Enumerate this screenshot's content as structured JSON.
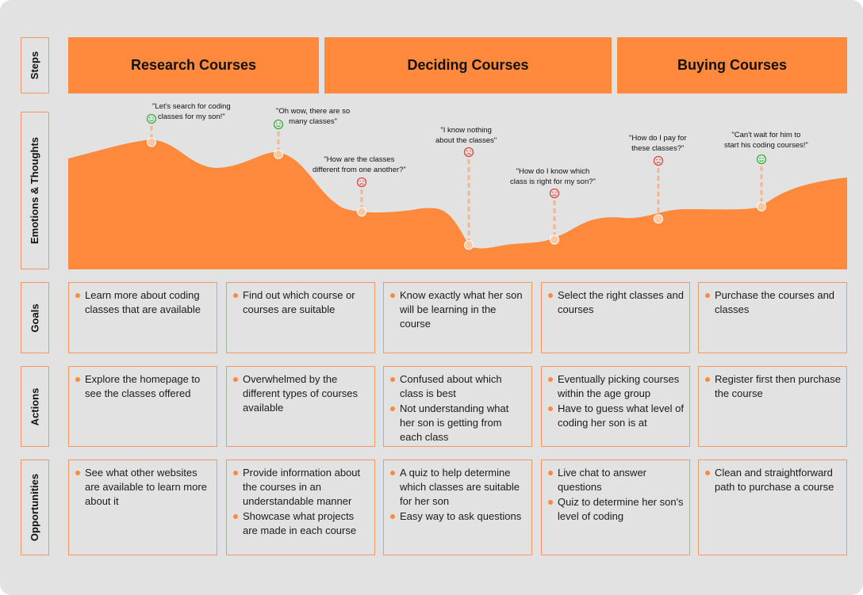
{
  "row_labels": {
    "steps": "Steps",
    "emotions": "Emotions & Thoughts",
    "goals": "Goals",
    "actions": "Actions",
    "opportunities": "Opportunities"
  },
  "steps": [
    "Research Courses",
    "Deciding Courses",
    "Buying Courses"
  ],
  "emotion_points": [
    {
      "quote": "\"Let's search for coding classes for my son!\"",
      "line1": "\"Let's search for coding",
      "line2": "classes for my son!\"",
      "mood": "happy",
      "level": 0.73
    },
    {
      "quote": "\"Oh wow, there are so many classes\"",
      "line1": "\"Oh wow, there are so",
      "line2": "many classes\"",
      "mood": "happy",
      "level": 0.66
    },
    {
      "quote": "\"How are the classes different from one another?\"",
      "line1": "\"How are the classes",
      "line2": "different from one another?\"",
      "mood": "sad",
      "level": 0.33
    },
    {
      "quote": "\"I know nothing about the classes\"",
      "line1": "\"I know nothing",
      "line2": "about the classes\"",
      "mood": "sad",
      "level": 0.14
    },
    {
      "quote": "\"How do I know which class is right for my son?\"",
      "line1": "\"How do I know which",
      "line2": "class is right for my son?\"",
      "mood": "sad",
      "level": 0.17
    },
    {
      "quote": "\"How do I pay for these classes?\"",
      "line1": "\"How do I pay for",
      "line2": "these classes?\"",
      "mood": "sad",
      "level": 0.29
    },
    {
      "quote": "\"Can't wait for him to start his coding courses!\"",
      "line1": "\"Can't wait for him to",
      "line2": "start his coding courses!\"",
      "mood": "happy",
      "level": 0.36
    }
  ],
  "goals": [
    [
      "Learn more about coding classes that are available"
    ],
    [
      "Find out which course or courses are suitable"
    ],
    [
      "Know exactly what her son will be learning in the course"
    ],
    [
      "Select the right classes and courses"
    ],
    [
      "Purchase the courses and classes"
    ]
  ],
  "actions": [
    [
      "Explore the homepage to see the classes offered"
    ],
    [
      "Overwhelmed by the different types of courses available"
    ],
    [
      "Confused about which class is best",
      "Not understanding what her son is getting from each class"
    ],
    [
      "Eventually picking courses within the age group",
      "Have to guess what level of coding her son is at"
    ],
    [
      "Register first then purchase the course"
    ]
  ],
  "opportunities": [
    [
      "See what other websites are available to learn more about it"
    ],
    [
      "Provide information about the courses in an understandable manner",
      "Showcase what projects are made in each course"
    ],
    [
      "A quiz to help determine which classes are suitable for her son",
      "Easy way to ask questions"
    ],
    [
      "Live chat to answer questions",
      "Quiz to determine her son's level of coding"
    ],
    [
      "Clean and straightforward path to purchase a course"
    ]
  ],
  "colors": {
    "accent": "#ff8a3d",
    "border": "#f39a62",
    "background": "#e3e2e2",
    "happy": "#35b23a",
    "sad": "#e0453e",
    "stem": "#f6b58c"
  }
}
